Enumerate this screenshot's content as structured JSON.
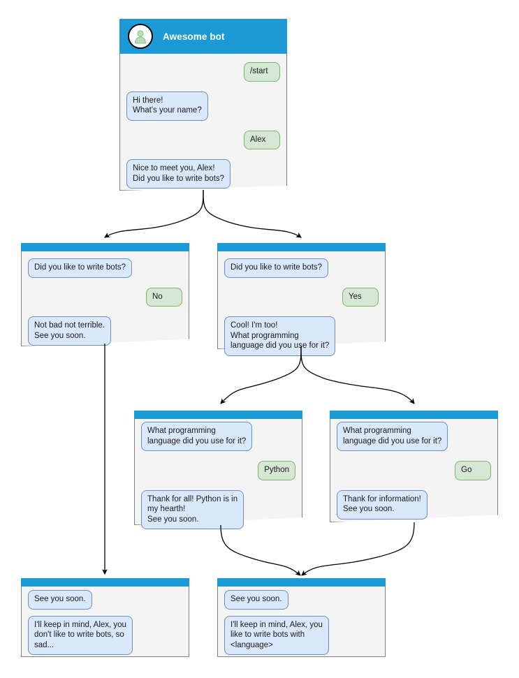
{
  "meta": {
    "title": "Awesome bot",
    "colors": {
      "header_blue": "#1C9AD6",
      "card_bg": "#F4F4F4",
      "card_border": "#808080",
      "bot_bubble_bg": "#DAE8FC",
      "bot_bubble_border": "#6C8EBF",
      "user_bubble_bg": "#D5E8D4",
      "user_bubble_border": "#82B366",
      "edge": "#000000",
      "page_bg": "#FFFFFF"
    }
  },
  "cards": [
    {
      "id": "root",
      "name": "conversation-card-start",
      "header": {
        "title": "Awesome bot",
        "avatar_icon": "user-avatar-icon"
      },
      "messages": [
        {
          "from": "user",
          "text": "/start"
        },
        {
          "from": "bot",
          "text": "Hi there!\nWhat's your name?"
        },
        {
          "from": "user",
          "text": "Alex"
        },
        {
          "from": "bot",
          "text": "Nice to meet you, Alex!\nDid you like to write bots?"
        }
      ]
    },
    {
      "id": "no_branch",
      "name": "conversation-card-no",
      "messages": [
        {
          "from": "bot",
          "text": "Did you like to write bots?"
        },
        {
          "from": "user",
          "text": "No"
        },
        {
          "from": "bot",
          "text": "Not bad not terrible.\nSee you soon."
        }
      ]
    },
    {
      "id": "yes_branch",
      "name": "conversation-card-yes",
      "messages": [
        {
          "from": "bot",
          "text": "Did you like to write bots?"
        },
        {
          "from": "user",
          "text": "Yes"
        },
        {
          "from": "bot",
          "text": "Cool! I'm too!\nWhat programming\nlanguage did you use for it?"
        }
      ]
    },
    {
      "id": "python_branch",
      "name": "conversation-card-python",
      "messages": [
        {
          "from": "bot",
          "text": "What programming\nlanguage did you use for it?"
        },
        {
          "from": "user",
          "text": "Python"
        },
        {
          "from": "bot",
          "text": "Thank for all! Python is in\nmy hearth!\nSee you soon."
        }
      ]
    },
    {
      "id": "go_branch",
      "name": "conversation-card-go",
      "messages": [
        {
          "from": "bot",
          "text": "What programming\nlanguage did you use for it?"
        },
        {
          "from": "user",
          "text": "Go"
        },
        {
          "from": "bot",
          "text": "Thank for information!\nSee you soon."
        }
      ]
    },
    {
      "id": "end_sad",
      "name": "conversation-card-end-sad",
      "messages": [
        {
          "from": "bot",
          "text": "See you soon."
        },
        {
          "from": "bot",
          "text": "I'll keep in mind, Alex, you\ndon't like to write bots, so\nsad..."
        }
      ]
    },
    {
      "id": "end_happy",
      "name": "conversation-card-end-happy",
      "messages": [
        {
          "from": "bot",
          "text": "See you soon."
        },
        {
          "from": "bot",
          "text": "I'll keep in mind, Alex, you\nlike to write bots with\n<language>"
        }
      ]
    }
  ],
  "edges": [
    {
      "from": "root",
      "to": "no_branch"
    },
    {
      "from": "root",
      "to": "yes_branch"
    },
    {
      "from": "no_branch",
      "to": "end_sad"
    },
    {
      "from": "yes_branch",
      "to": "python_branch"
    },
    {
      "from": "yes_branch",
      "to": "go_branch"
    },
    {
      "from": "python_branch",
      "to": "end_happy"
    },
    {
      "from": "go_branch",
      "to": "end_happy"
    }
  ]
}
